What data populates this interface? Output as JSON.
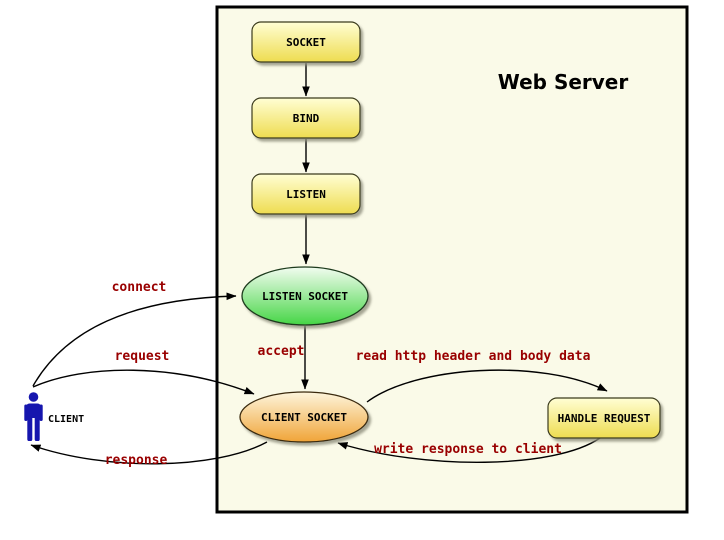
{
  "diagram": {
    "title": "Web Server",
    "nodes": {
      "socket": "SOCKET",
      "bind": "BIND",
      "listen": "LISTEN",
      "listen_socket": "LISTEN SOCKET",
      "client_socket": "CLIENT SOCKET",
      "handle_request": "HANDLE REQUEST",
      "client": "CLIENT"
    },
    "edges": {
      "connect": "connect",
      "request": "request",
      "response": "response",
      "accept": "accept",
      "read": "read http header and body data",
      "write": "write response to client"
    },
    "colors": {
      "container_fill": "#fafae8",
      "box_top": "#fffed4",
      "box_bottom": "#eedc50",
      "green_top": "#f2fcf0",
      "green_bottom": "#46d546",
      "orange_top": "#fdf5dc",
      "orange_bottom": "#f0a438",
      "edge_label": "#990000",
      "client_icon": "#1616ae"
    }
  }
}
